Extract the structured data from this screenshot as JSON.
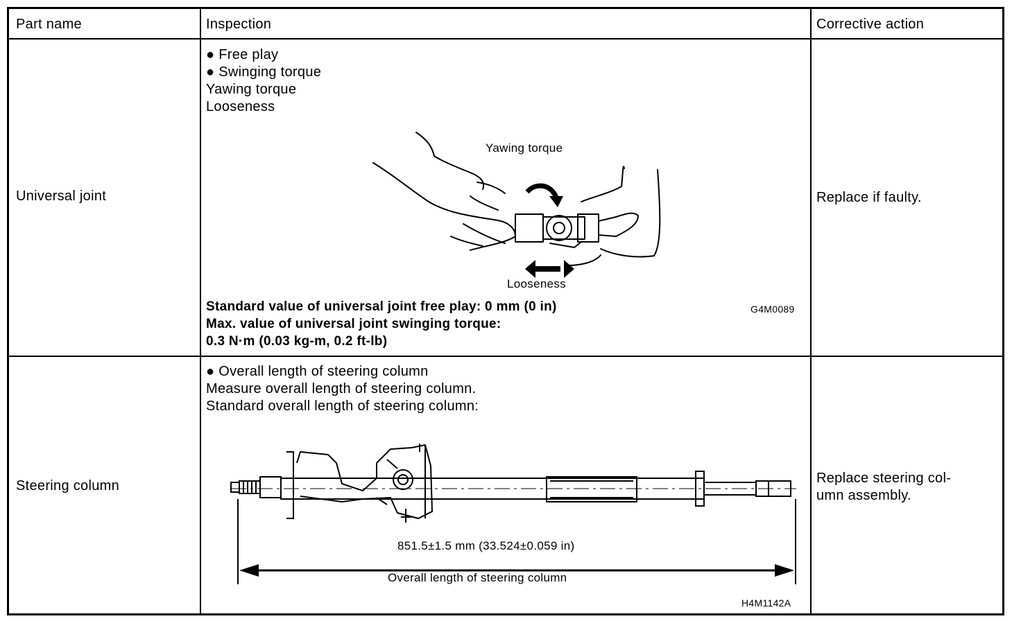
{
  "headers": {
    "part_name": "Part name",
    "inspection": "Inspection",
    "corrective_action": "Corrective action"
  },
  "rows": [
    {
      "part": "Universal joint",
      "inspection_lines": [
        "● Free play",
        "● Swinging torque",
        "Yawing torque",
        "Looseness"
      ],
      "figure_labels": {
        "yawing": "Yawing torque",
        "looseness": "Looseness"
      },
      "figure_code": "G4M0089",
      "spec_lines": [
        "Standard value of universal joint free play: 0 mm (0 in)",
        "Max. value of universal joint swinging torque:",
        "0.3 N·m (0.03 kg-m, 0.2 ft-lb)"
      ],
      "action": "Replace if faulty."
    },
    {
      "part": "Steering column",
      "inspection_lines": [
        "● Overall length of steering column",
        "Measure overall length of steering column.",
        "Standard overall length of steering column:"
      ],
      "figure_labels": {
        "dimension": "851.5±1.5 mm (33.524±0.059 in)",
        "caption": "Overall length of steering column"
      },
      "figure_code": "H4M1142A",
      "action_lines": [
        "Replace steering col-",
        "umn assembly."
      ]
    }
  ]
}
